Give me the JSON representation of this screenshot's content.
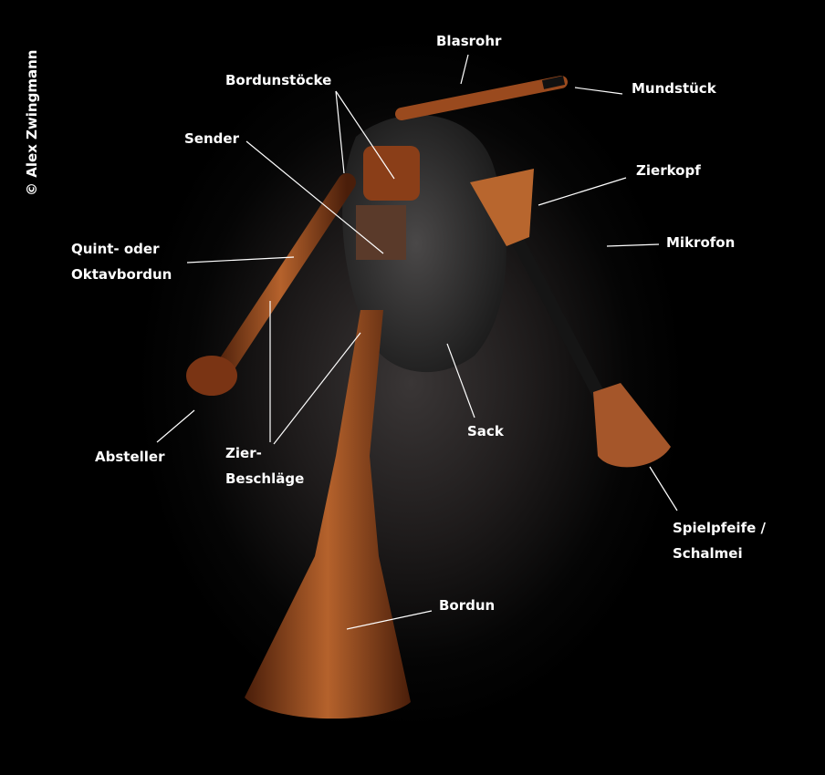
{
  "copyright": "© Alex Zwingmann",
  "labels": {
    "blasrohr": "Blasrohr",
    "mundstueck": "Mundstück",
    "bordunstoecke": "Bordunstöcke",
    "sender": "Sender",
    "zierkopf": "Zierkopf",
    "mikrofon": "Mikrofon",
    "quint_line1": "Quint- oder",
    "quint_line2": "Oktavbordun",
    "absteller": "Absteller",
    "zier_line1": "Zier-",
    "zier_line2": "Beschläge",
    "sack": "Sack",
    "spielpfeife_line1": "Spielpfeife /",
    "spielpfeife_line2": "Schalmei",
    "bordun": "Bordun"
  },
  "colors": {
    "wood": "#8a3e18",
    "wood_light": "#b5622c",
    "bag": "#2b2b2b",
    "line": "#ffffff"
  }
}
